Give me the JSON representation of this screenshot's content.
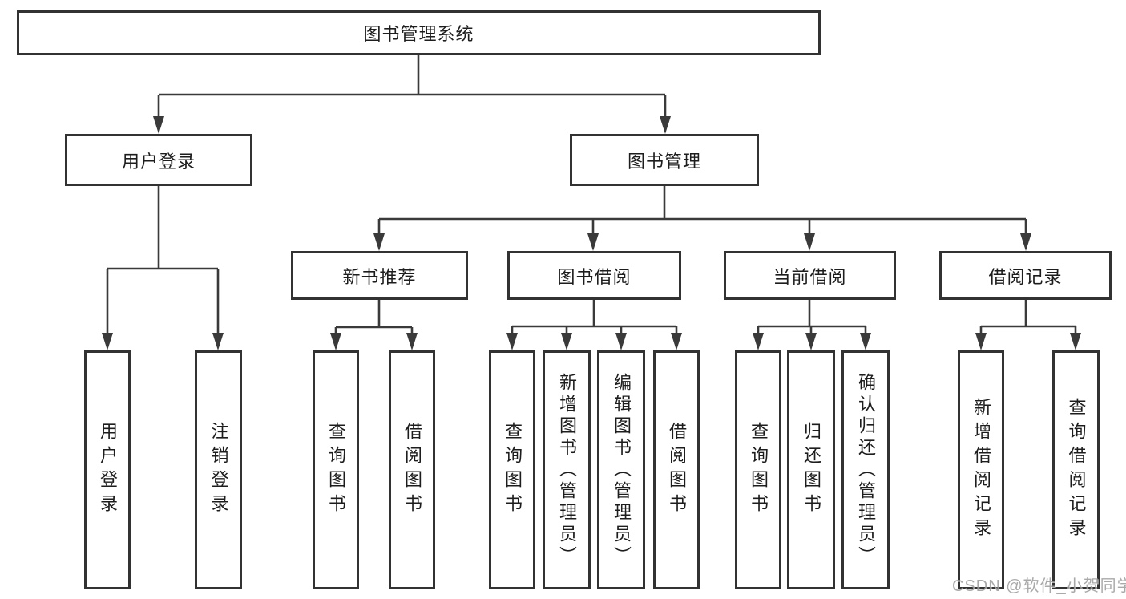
{
  "diagram": {
    "root": {
      "label": "图书管理系统"
    },
    "branches": [
      {
        "label": "用户登录",
        "children": [
          {
            "label": "用户登录"
          },
          {
            "label": "注销登录"
          }
        ]
      },
      {
        "label": "图书管理",
        "children": [
          {
            "label": "新书推荐",
            "children": [
              {
                "label": "查询图书"
              },
              {
                "label": "借阅图书"
              }
            ]
          },
          {
            "label": "图书借阅",
            "children": [
              {
                "label": "查询图书"
              },
              {
                "label": "新增图书（管理员）"
              },
              {
                "label": "编辑图书（管理员）"
              },
              {
                "label": "借阅图书"
              }
            ]
          },
          {
            "label": "当前借阅",
            "children": [
              {
                "label": "查询图书"
              },
              {
                "label": "归还图书"
              },
              {
                "label": "确认归还（管理员）"
              }
            ]
          },
          {
            "label": "借阅记录",
            "children": [
              {
                "label": "新增借阅记录"
              },
              {
                "label": "查询借阅记录"
              }
            ]
          }
        ]
      }
    ]
  },
  "watermark": {
    "text": "CSDN @软件_小贺同学"
  },
  "colors": {
    "line": "#3a3a3a",
    "text": "#1d1d1d",
    "watermark": "#9e9e9e",
    "bg": "#ffffff"
  }
}
